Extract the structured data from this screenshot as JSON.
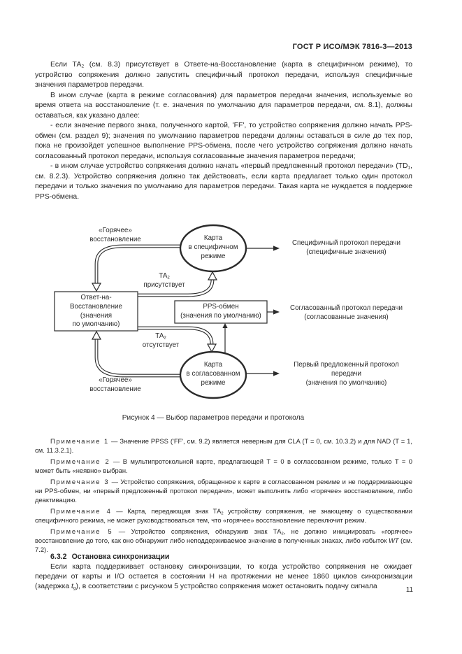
{
  "page": {
    "header": "ГОСТ Р ИСО/МЭК 7816-3—2013",
    "page_number": "11"
  },
  "body": {
    "p1": {
      "a": "Если ТА",
      "sub": "2",
      "b": " (см. 8.3) присутствует в Ответе-на-Восстановление (карта в специфичном режиме), то устройство сопряжения должно запустить специфичный протокол передачи, используя специфичные значения параметров передачи."
    },
    "p2": "В ином случае (карта в режиме согласования) для параметров передачи значения, используемые во время ответа на восстановление (т. е. значения по умолчанию для параметров передачи, см. 8.1), должны оставаться, как указано далее:",
    "b1": "- если значение первого знака, полученного картой, 'FF', то устройство сопряжения должно начать PPS-обмен (см. раздел 9); значения по умолчанию параметров передачи должны оставаться в силе до тех пор, пока не произойдет успешное выполнение PPS-обмена, после чего устройство сопряжения должно начать согласованный протокол передачи, используя согласованные значения параметров передачи;",
    "b2": {
      "a": "- в ином случае устройство сопряжения должно начать «первый предложенный протокол передачи» (TD",
      "sub": "1",
      "b": ", см. 8.2.3). Устройство сопряжения должно так действовать, если карта предлагает только один протокол передачи и только значения по умолчанию для параметров передачи. Такая карта не нуждается в поддержке PPS-обмена."
    }
  },
  "figure": {
    "caption": "Рисунок 4 — Выбор параметров передачи и протокола",
    "atr_box": {
      "l1": "Ответ-на-",
      "l2": "Восстановление",
      "l3": "(значения",
      "l4": "по умолчанию)"
    },
    "pps_box": {
      "l1": "PPS-обмен",
      "l2": "(значения по умолчанию)"
    },
    "specific_ellipse": {
      "l1": "Карта",
      "l2": "в специфичном",
      "l3": "режиме"
    },
    "negotiable_ellipse": {
      "l1": "Карта",
      "l2": "в согласованном",
      "l3": "режиме"
    },
    "warm_reset_top": {
      "l1": "«Горячее»",
      "l2": "восстановление"
    },
    "ta2_present": {
      "a": "ТА",
      "sub": "2",
      "l2": "присутствует"
    },
    "ta2_absent": {
      "a": "ТА",
      "sub": "2",
      "l2": "отсутствует"
    },
    "warm_reset_bottom": {
      "l1": "«Горячее»",
      "l2": "восстановление"
    },
    "out_specific": {
      "l1": "Специфичный протокол передачи",
      "l2": "(специфичные значения)"
    },
    "out_negotiated": {
      "l1": "Согласованный протокол передачи",
      "l2": "(согласованные значения)"
    },
    "out_first": {
      "l1": "Первый предложенный протокол",
      "l2": "передачи",
      "l3": "(значения по умолчанию)"
    }
  },
  "notes": {
    "n1": {
      "label": "Примечание 1",
      "text": "— Значение PPSS ('FF', см. 9.2) является неверным для CLA (T = 0, см. 10.3.2) и для NAD (T = 1, см. 11.3.2.1)."
    },
    "n2": {
      "label": "Примечание 2",
      "text": "— В мультипротокольной карте, предлагающей T = 0 в согласованном режиме, только T = 0 может быть «неявно» выбран."
    },
    "n3": {
      "label": "Примечание 3",
      "text": "— Устройство сопряжения, обращенное к карте в согласованном режиме и не поддерживающее ни PPS-обмен, ни «первый предложенный протокол передачи», может выполнить либо «горячее» восстановление, либо деактивацию."
    },
    "n4": {
      "label": "Примечание 4",
      "a": "— Карта, передающая знак ТА",
      "sub": "2",
      "b": " устройству сопряжения, не знающему о  существовании специфичного режима, не может руководствоваться тем, что «горячее» восстановление переключит режим."
    },
    "n5": {
      "label": "Примечание 5",
      "a": "— Устройство сопряжения, обнаружив знак ТА",
      "sub": "2",
      "b": ", не должно инициировать «горячее» восстановление до того, как оно обнаружит либо неподдерживаемое значение в полученных знаках, либо избыток ",
      "italic": "WT",
      "c": " (см. 7.2)."
    }
  },
  "section": {
    "heading_num": "6.3.2",
    "heading_title": "Остановка синхронизации",
    "p": {
      "a": "Если карта поддерживает остановку синхронизации, то когда устройство сопряжения не ожидает передачи от карты и I/O остается в состоянии H на протяжении не менее 1860 циклов синхронизации (задержка ",
      "italic": "t",
      "sub": "g",
      "b": "), в соответствии с рисунком 5 устройство сопряжения может остановить подачу сигнала"
    }
  }
}
